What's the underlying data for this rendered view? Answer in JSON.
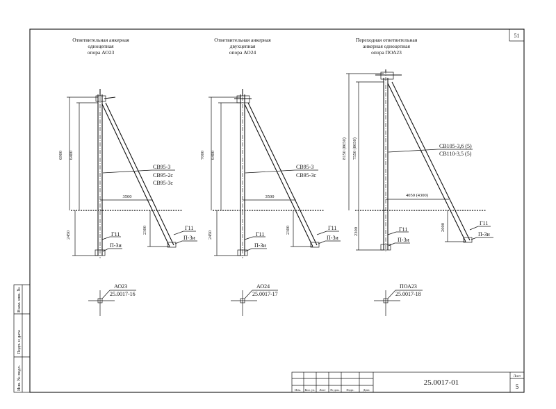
{
  "sheet": {
    "page_number": "51",
    "doc_code": "25.0017-01",
    "sheet_label": "Лист",
    "sheet_number": "5"
  },
  "side_stamp": [
    "Инв. № подл.",
    "Подп. и дата",
    "Взам. инв. №"
  ],
  "title_block_headers": [
    "Изм.",
    "Кол. уч.",
    "Лист",
    "№ док.",
    "Подп.",
    "Дата"
  ],
  "supports": [
    {
      "title": [
        "Ответвительная анкерная",
        "одноцепная",
        "опора АО23"
      ],
      "heights": [
        "6900",
        "6400"
      ],
      "depth": "2450",
      "depth2": "2300",
      "span": "3500",
      "posts": [
        "СВ95-3",
        "СВ95-2с",
        "СВ95-3с"
      ],
      "labels": [
        "Г11",
        "П-3и",
        "Г11",
        "П-3и"
      ],
      "plan_code": "АО23",
      "plan_ref": "25.0017-16"
    },
    {
      "title": [
        "Ответвительная анкерная",
        "двухцепная",
        "опора АО24"
      ],
      "heights": [
        "7000",
        "6400"
      ],
      "depth": "2450",
      "depth2": "2300",
      "span": "3500",
      "posts": [
        "СВ95-3",
        "СВ95-3с"
      ],
      "labels": [
        "Г11",
        "П-3и",
        "Г11",
        "П-3и"
      ],
      "plan_code": "АО24",
      "plan_ref": "25.0017-17"
    },
    {
      "title": [
        "Переходная ответвительная",
        "анкерная одноцепная",
        "опора ПОА23"
      ],
      "heights": [
        "8150 (8650)",
        "7550 (8050)"
      ],
      "depth": "2300",
      "depth2": "2000",
      "span": "4050 (4300)",
      "posts": [
        "СВ105-3,6 (5)",
        "СВ110-3,5 (5)"
      ],
      "labels": [
        "Г11",
        "П-3и",
        "Г11",
        "П-3и"
      ],
      "plan_code": "ПОА23",
      "plan_ref": "25.0017-18"
    }
  ]
}
